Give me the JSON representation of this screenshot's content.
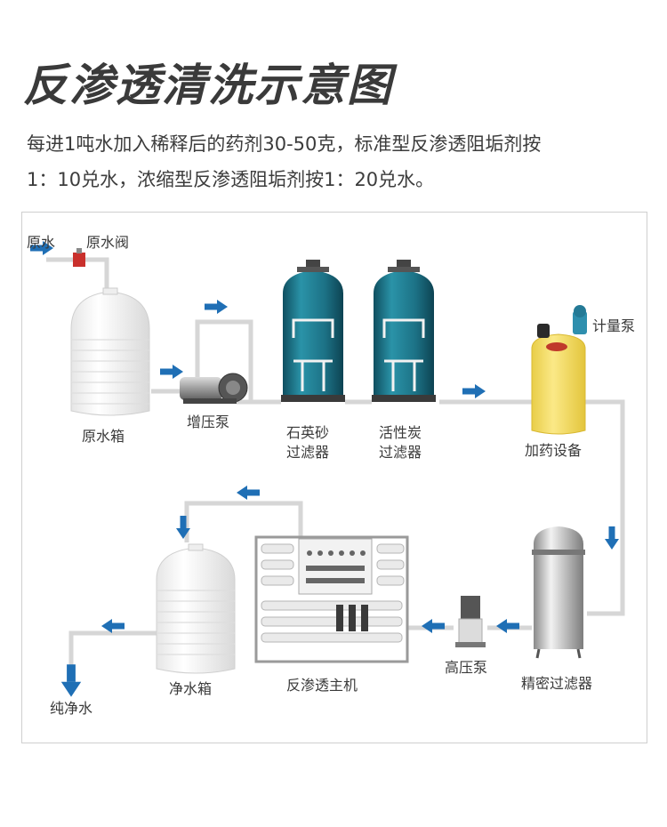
{
  "title": "反渗透清洗示意图",
  "description": [
    "每进1吨水加入稀释后的药剂30-50克，标准型反渗透阻垢剂按",
    "1：10兑水，浓缩型反渗透阻垢剂按1：20兑水。"
  ],
  "labels": {
    "raw_water": "原水",
    "raw_valve": "原水阀",
    "raw_tank": "原水箱",
    "booster_pump": "增压泵",
    "quartz_filter": [
      "石英砂",
      "过滤器"
    ],
    "carbon_filter": [
      "活性炭",
      "过滤器"
    ],
    "dosing_device": "加药设备",
    "metering_pump": "计量泵",
    "precision_filter": "精密过滤器",
    "high_pressure_pump": "高压泵",
    "ro_main_unit": "反渗透主机",
    "clean_tank": "净水箱",
    "pure_water": "纯净水"
  },
  "colors": {
    "flow_arrow": "#1f6fb5",
    "filter_tank": "#1c6f83",
    "dosing_tank": "#f6e16a",
    "pipe": "#d8d8d8"
  }
}
